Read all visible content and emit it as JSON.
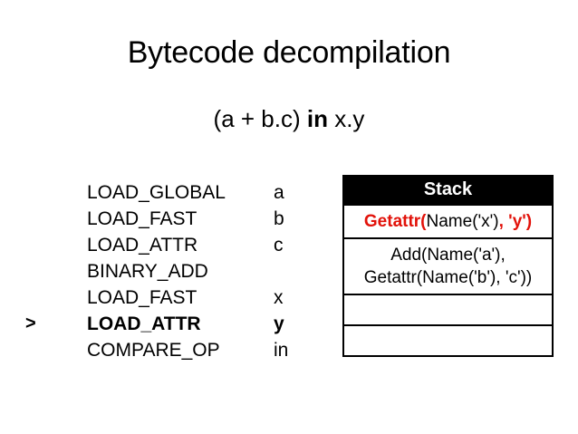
{
  "slide": {
    "title": "Bytecode decompilation",
    "subtitle": {
      "before": "(a + b.c) ",
      "keyword": "in",
      "after": " x.y"
    }
  },
  "bytecode": {
    "current_marker": ">",
    "rows": [
      {
        "marker": "",
        "opcode": "LOAD_GLOBAL",
        "arg": "a",
        "current": false
      },
      {
        "marker": "",
        "opcode": "LOAD_FAST",
        "arg": "b",
        "current": false
      },
      {
        "marker": "",
        "opcode": "LOAD_ATTR",
        "arg": "c",
        "current": false
      },
      {
        "marker": "",
        "opcode": "BINARY_ADD",
        "arg": "",
        "current": false
      },
      {
        "marker": "",
        "opcode": "LOAD_FAST",
        "arg": "x",
        "current": false
      },
      {
        "marker": ">",
        "opcode": "LOAD_ATTR",
        "arg": "y",
        "current": true
      },
      {
        "marker": "",
        "opcode": "COMPARE_OP",
        "arg": "in",
        "current": false
      }
    ]
  },
  "stack": {
    "header": "Stack",
    "rows": [
      {
        "type": "tokens",
        "lines": [
          [
            {
              "text": "Getattr(",
              "color": "red"
            },
            {
              "text": "Name('x')",
              "color": "black"
            },
            {
              "text": ", ",
              "color": "red"
            },
            {
              "text": "'y')",
              "color": "red"
            }
          ]
        ]
      },
      {
        "type": "tokens",
        "lines": [
          [
            {
              "text": "Add(Name('a'),",
              "color": "black"
            }
          ],
          [
            {
              "text": "Getattr(Name('b'), 'c'))",
              "color": "black"
            }
          ]
        ]
      },
      {
        "type": "empty",
        "lines": []
      },
      {
        "type": "empty",
        "lines": []
      }
    ]
  },
  "colors": {
    "accent_red": "#e2120a",
    "header_bg": "#000000",
    "header_fg": "#ffffff",
    "text": "#000000",
    "background": "#ffffff"
  }
}
